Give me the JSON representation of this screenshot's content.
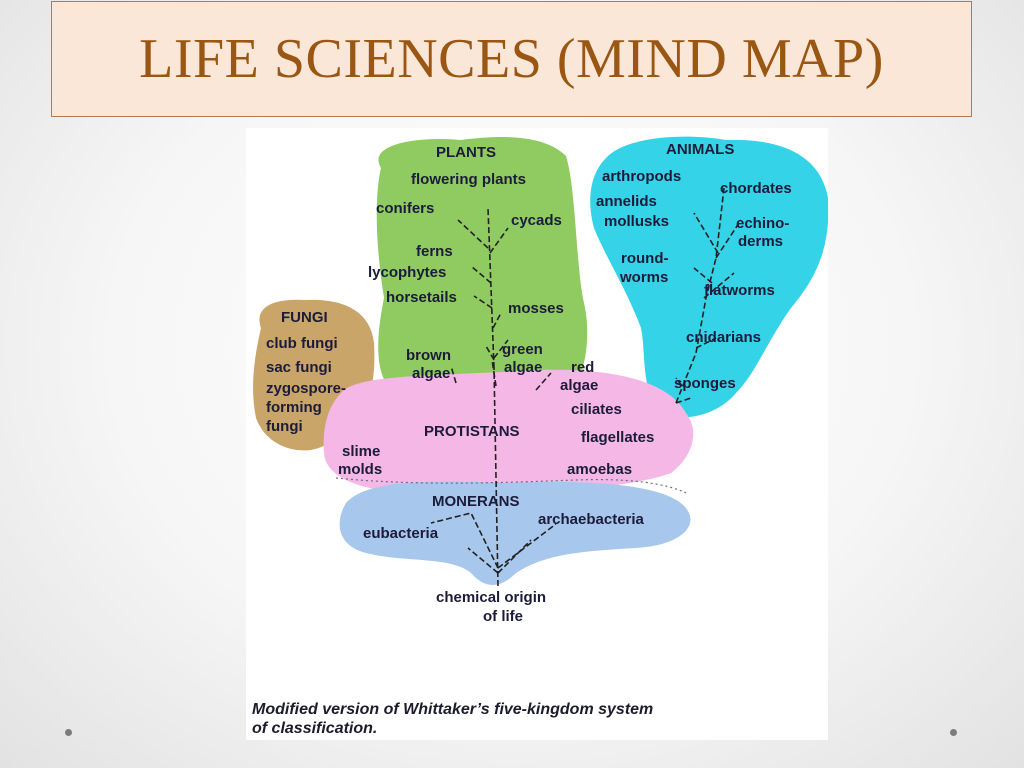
{
  "slide": {
    "title": "LIFE SCIENCES (MIND MAP)",
    "caption": "Modified version of Whittaker’s five-kingdom system\nof classification."
  },
  "diagram": {
    "colors": {
      "plants": "#8fcb60",
      "animals": "#35d3e8",
      "fungi": "#c9a56a",
      "protistans": "#f4b7e6",
      "monerans": "#a7c7ec",
      "line": "#222222"
    },
    "plants": {
      "title": "PLANTS",
      "flowering_plants": "flowering plants",
      "conifers": "conifers",
      "cycads": "cycads",
      "ferns": "ferns",
      "lycophytes": "lycophytes",
      "horsetails": "horsetails",
      "mosses": "mosses",
      "brown_algae_1": "brown",
      "brown_algae_2": "algae",
      "green_algae_1": "green",
      "green_algae_2": "algae",
      "red_algae_1": "red",
      "red_algae_2": "algae"
    },
    "animals": {
      "title": "ANIMALS",
      "arthropods": "arthropods",
      "annelids": "annelids",
      "mollusks": "mollusks",
      "chordates": "chordates",
      "echinoderms_1": "echino-",
      "echinoderms_2": "derms",
      "roundworms_1": "round-",
      "roundworms_2": "worms",
      "flatworms": "flatworms",
      "cnidarians": "cnidarians",
      "sponges": "sponges"
    },
    "fungi": {
      "title": "FUNGI",
      "club_fungi": "club fungi",
      "sac_fungi": "sac fungi",
      "zygo_1": "zygospore-",
      "zygo_2": "forming",
      "zygo_3": "fungi"
    },
    "protistans": {
      "title": "PROTISTANS",
      "ciliates": "ciliates",
      "flagellates": "flagellates",
      "amoebas": "amoebas",
      "slime_molds_1": "slime",
      "slime_molds_2": "molds"
    },
    "monerans": {
      "title": "MONERANS",
      "eubacteria": "eubacteria",
      "archaebacteria": "archaebacteria"
    },
    "origin": {
      "line1": "chemical origin",
      "line2": "of life"
    }
  }
}
